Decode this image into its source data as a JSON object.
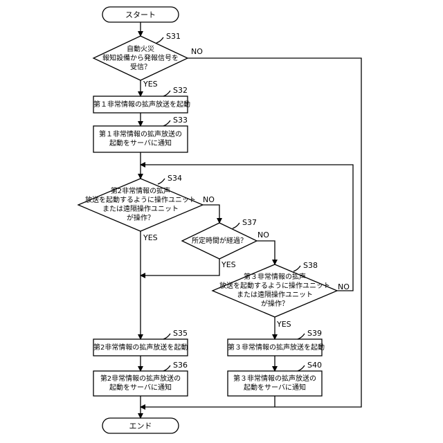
{
  "start": "スタート",
  "end": "エンド",
  "s31": {
    "step": "S31",
    "lines": [
      "自動火災",
      "報知設備から発報信号を",
      "受信？"
    ]
  },
  "s32": {
    "step": "S32",
    "lines": [
      "第１非常情報の拡声放送を起動"
    ]
  },
  "s33": {
    "step": "S33",
    "lines": [
      "第１非常情報の拡声放送の",
      "起動をサーバに通知"
    ]
  },
  "s34": {
    "step": "S34",
    "lines": [
      "第2非常情報の拡声",
      "放送を起動するように操作ユニット",
      "または遠隔操作ユニット",
      "が操作？"
    ]
  },
  "s35": {
    "step": "S35",
    "lines": [
      "第2非常情報の拡声放送を起動"
    ]
  },
  "s36": {
    "step": "S36",
    "lines": [
      "第2非常情報の拡声放送の",
      "起動をサーバに通知"
    ]
  },
  "s37": {
    "step": "S37",
    "lines": [
      "所定時間が経過？"
    ]
  },
  "s38": {
    "step": "S38",
    "lines": [
      "第３非常情報の拡声",
      "放送を起動するように操作ユニット",
      "または遠隔操作ユニット",
      "が操作？"
    ]
  },
  "s39": {
    "step": "S39",
    "lines": [
      "第３非常情報の拡声放送を起動"
    ]
  },
  "s40": {
    "step": "S40",
    "lines": [
      "第３非常情報の拡声放送の",
      "起動をサーバに通知"
    ]
  },
  "yes": "YES",
  "no": "NO"
}
